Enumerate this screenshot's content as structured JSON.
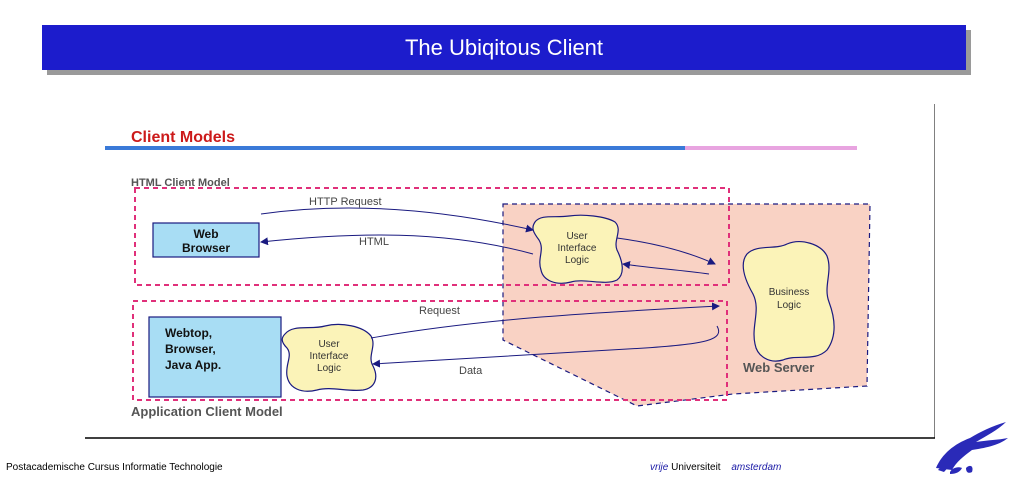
{
  "slide": {
    "title": "The Ubiqitous Client"
  },
  "diagram": {
    "heading": "Client Models",
    "html_model_label": "HTML Client Model",
    "app_model_label": "Application Client Model",
    "web_browser": [
      "Web",
      "Browser"
    ],
    "http_request": "HTTP Request",
    "html_response": "HTML",
    "ui_logic_top": [
      "User",
      "Interface",
      "Logic"
    ],
    "business_logic": [
      "Business",
      "Logic"
    ],
    "web_server": "Web Server",
    "app_box": [
      "Webtop,",
      "Browser,",
      "Java App."
    ],
    "ui_logic_bottom": [
      "User",
      "Interface",
      "Logic"
    ],
    "request": "Request",
    "data": "Data"
  },
  "footer": {
    "left": "Postacademische Cursus Informatie Technologie",
    "vrije": "vrije",
    "universiteit": "Universiteit",
    "amsterdam": "amsterdam"
  },
  "colors": {
    "title_bar": "#1c1ccc",
    "dashed_pink": "#e0307a",
    "dashed_navy": "#1a1a80",
    "server_fill": "#f9d2c4",
    "blob_fill": "#fbf3b8",
    "box_fill": "#a8ddf4",
    "heading": "#cc1a1a"
  }
}
